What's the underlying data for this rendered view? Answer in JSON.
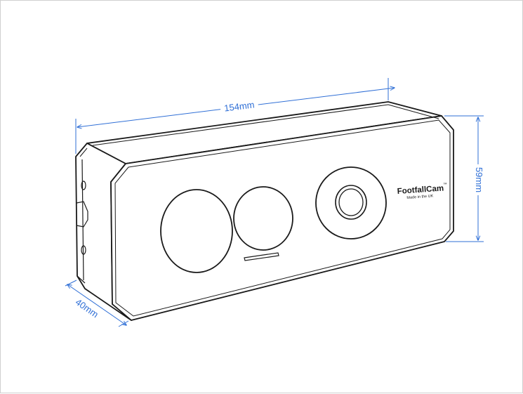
{
  "colors": {
    "dimension": "#2f6fd6",
    "outline": "#1a1a1a",
    "border": "#cfcfcf",
    "background": "#ffffff"
  },
  "dimensions": {
    "width": "154mm",
    "height": "59mm",
    "depth": "40mm"
  },
  "device": {
    "brand": "FootfallCam",
    "trademark": "™",
    "tagline": "Made in the UK"
  }
}
